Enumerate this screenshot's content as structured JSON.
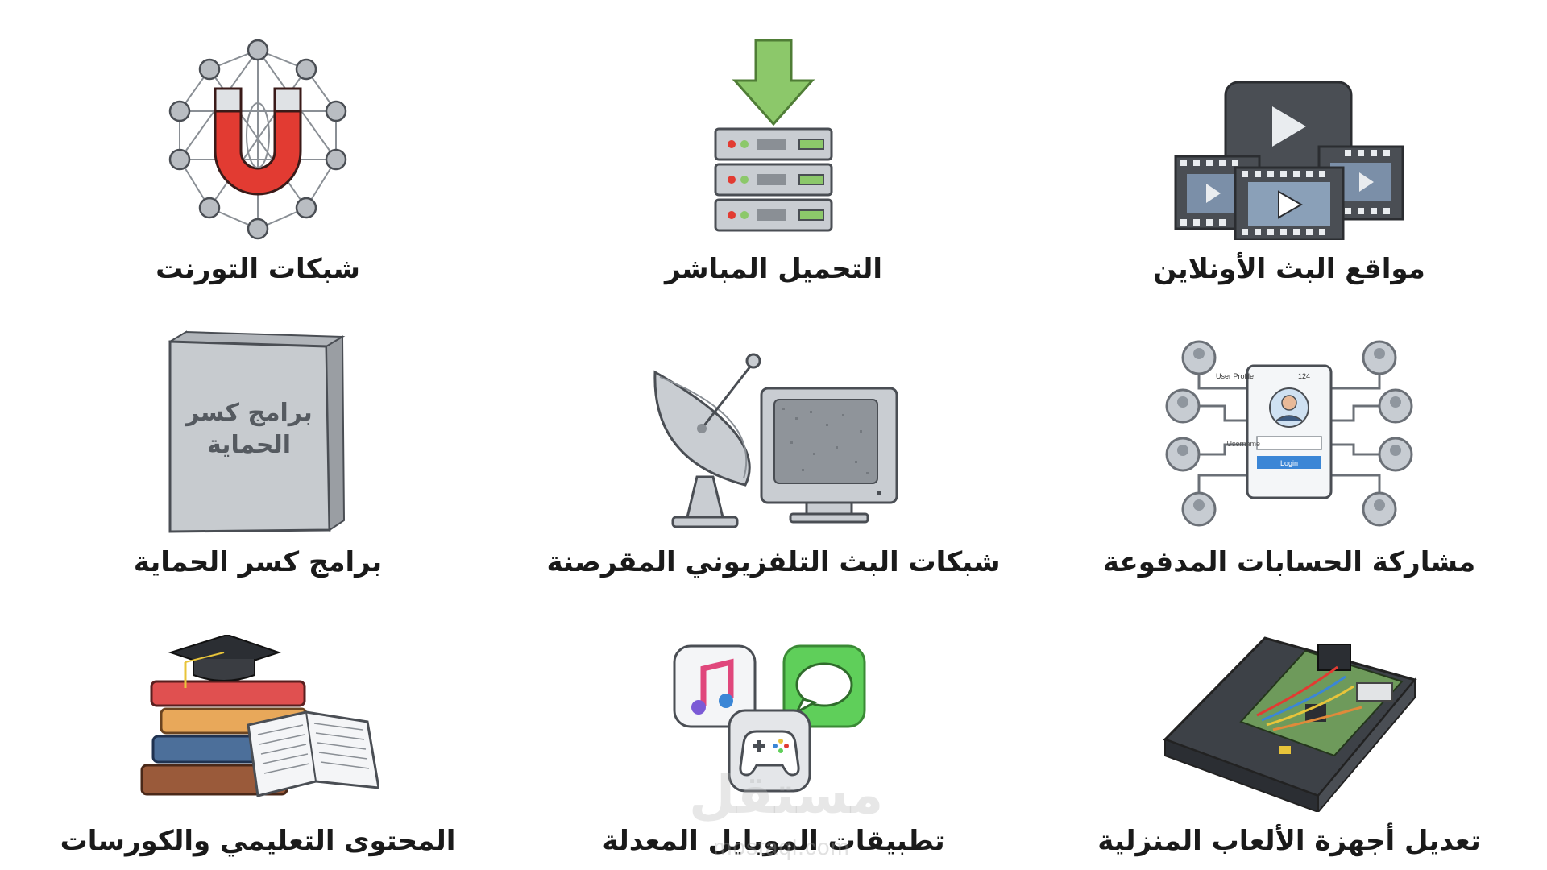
{
  "items": [
    {
      "label": "مواقع البث الأونلاين",
      "icon": "streaming-video-icon"
    },
    {
      "label": "التحميل المباشر",
      "icon": "download-server-icon"
    },
    {
      "label": "شبكات التورنت",
      "icon": "torrent-magnet-network-icon"
    },
    {
      "label": "مشاركة الحسابات المدفوعة",
      "icon": "shared-accounts-icon"
    },
    {
      "label": "شبكات البث التلفزيوني المقرصنة",
      "icon": "satellite-tv-icon"
    },
    {
      "label": "برامج كسر الحماية",
      "icon": "software-box-icon"
    },
    {
      "label": "تعديل أجهزة الألعاب المنزلية",
      "icon": "console-mod-icon"
    },
    {
      "label": "تطبيقات الموبايل المعدلة",
      "icon": "mobile-apps-icon"
    },
    {
      "label": "المحتوى التعليمي والكورسات",
      "icon": "books-graduation-icon"
    }
  ],
  "software_box": {
    "line1": "برامج كسر",
    "line2": "الحماية"
  },
  "profile_card": {
    "title": "User Profile",
    "count": "124",
    "username_placeholder": "Username",
    "login_label": "Login"
  },
  "watermark": {
    "brand": "مستقل",
    "url": "mostaql.com"
  },
  "colors": {
    "magnet_red": "#e23b32",
    "arrow_green": "#8cc86a",
    "login_blue": "#3b86d6",
    "messages_green": "#5fcf5a"
  }
}
